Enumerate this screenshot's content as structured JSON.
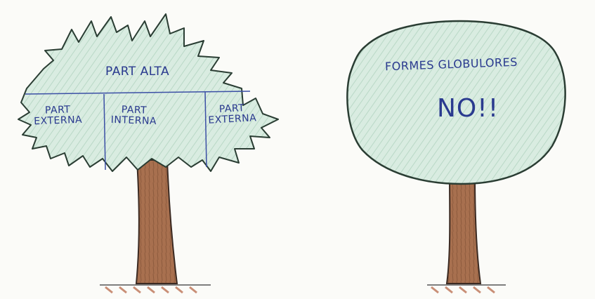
{
  "left_tree": {
    "top_label": "PART ALTA",
    "left_label": [
      "PART",
      "EXTERNA"
    ],
    "middle_label": [
      "PART",
      "INTERNA"
    ],
    "right_label": [
      "PART",
      "EXTERNA"
    ]
  },
  "right_tree": {
    "label": "FORMES GLOBULORES",
    "verdict": "NO!!"
  },
  "colors": {
    "canopy_fill": "#d7ebe0",
    "canopy_stroke": "#2a3d33",
    "trunk_fill": "#a8704f",
    "ground": "#c98e76",
    "ink_blue": "#2a3a8f",
    "divider_blue": "#3b4fa5"
  }
}
